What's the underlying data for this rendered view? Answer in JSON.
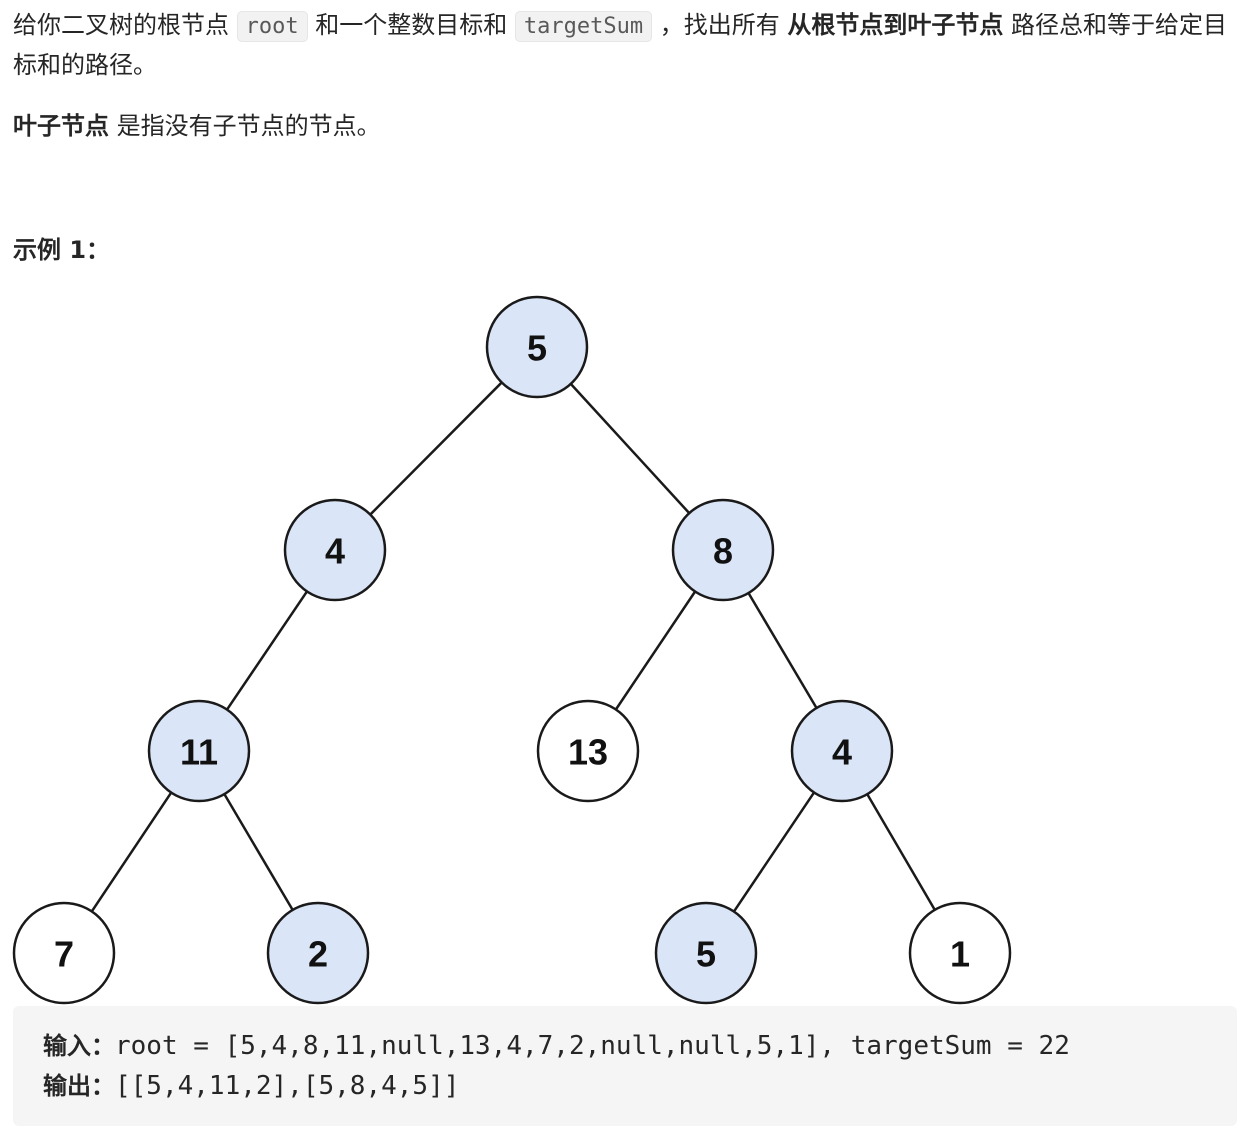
{
  "description": {
    "p1_part1": "给你二叉树的根节点 ",
    "code_root": "root",
    "p1_part2": " 和一个整数目标和 ",
    "code_target": "targetSum",
    "p1_part3": " ，找出所有 ",
    "p1_bold": "从根节点到叶子节点",
    "p1_part4": " 路径总和等于给定目标和的路径。",
    "p2_bold": "叶子节点",
    "p2_rest": " 是指没有子节点的节点。"
  },
  "example": {
    "heading": "示例 1：",
    "input_label": "输入：",
    "input_text": "root = [5,4,8,11,null,13,4,7,2,null,null,5,1], targetSum = 22",
    "output_label": "输出：",
    "output_text": "[[5,4,11,2],[5,8,4,5]]"
  },
  "tree": {
    "nodes": [
      {
        "id": "n0",
        "label": "5",
        "highlighted": true
      },
      {
        "id": "n1",
        "label": "4",
        "highlighted": true
      },
      {
        "id": "n2",
        "label": "8",
        "highlighted": true
      },
      {
        "id": "n3",
        "label": "11",
        "highlighted": true
      },
      {
        "id": "n4",
        "label": "13",
        "highlighted": false
      },
      {
        "id": "n5",
        "label": "4",
        "highlighted": true
      },
      {
        "id": "n6",
        "label": "7",
        "highlighted": false
      },
      {
        "id": "n7",
        "label": "2",
        "highlighted": true
      },
      {
        "id": "n8",
        "label": "5",
        "highlighted": true
      },
      {
        "id": "n9",
        "label": "1",
        "highlighted": false
      }
    ],
    "edges": [
      [
        "n0",
        "n1"
      ],
      [
        "n0",
        "n2"
      ],
      [
        "n1",
        "n3"
      ],
      [
        "n2",
        "n4"
      ],
      [
        "n2",
        "n5"
      ],
      [
        "n3",
        "n6"
      ],
      [
        "n3",
        "n7"
      ],
      [
        "n5",
        "n8"
      ],
      [
        "n5",
        "n9"
      ]
    ],
    "colors": {
      "highlight_fill": "#dae5f7",
      "plain_fill": "#ffffff",
      "stroke": "#1a1a1a"
    }
  }
}
